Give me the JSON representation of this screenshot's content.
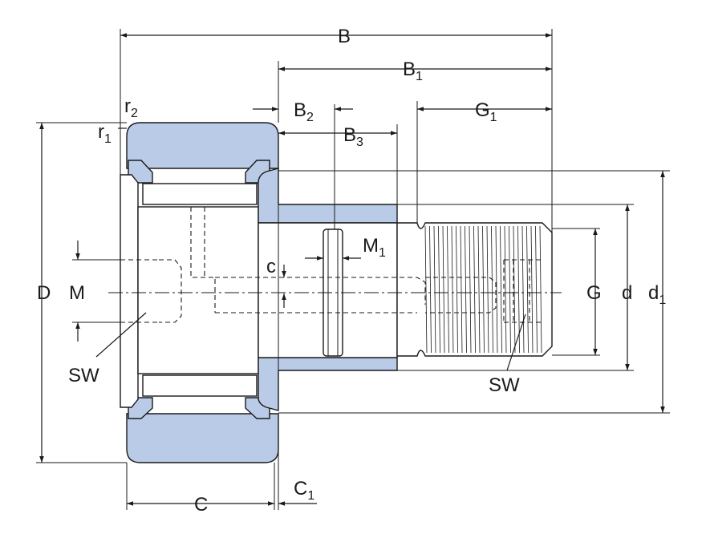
{
  "labels": {
    "B": "B",
    "B1": {
      "main": "B",
      "sub": "1"
    },
    "B2": {
      "main": "B",
      "sub": "2"
    },
    "B3": {
      "main": "B",
      "sub": "3"
    },
    "G1": {
      "main": "G",
      "sub": "1"
    },
    "r2": {
      "main": "r",
      "sub": "2"
    },
    "r1": {
      "main": "r",
      "sub": "1"
    },
    "M1": {
      "main": "M",
      "sub": "1"
    },
    "c": "c",
    "D": "D",
    "M": "M",
    "G": "G",
    "d": "d",
    "d1": {
      "main": "d",
      "sub": "1"
    },
    "SW_left": "SW",
    "SW_right": "SW",
    "C": "C",
    "C1": {
      "main": "C",
      "sub": "1"
    }
  },
  "colors": {
    "bearing_fill": "#b9cbe6",
    "line": "#1a1a1a",
    "background": "#ffffff"
  }
}
